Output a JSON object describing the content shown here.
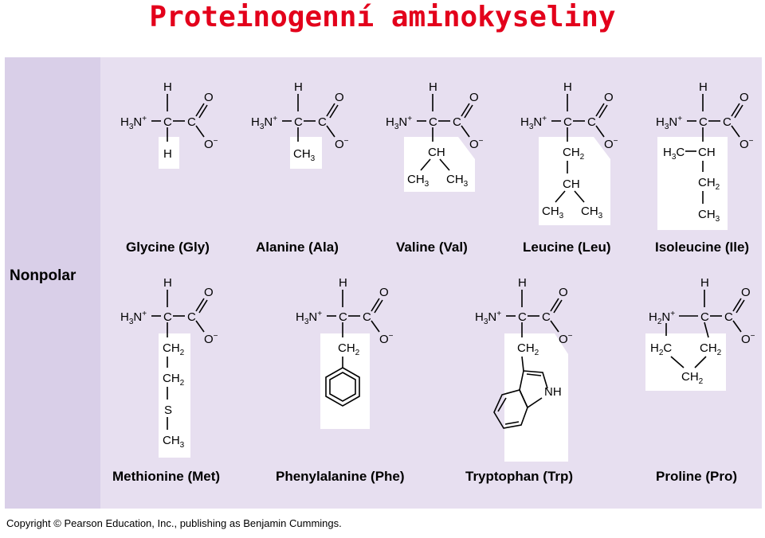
{
  "title": "Proteinogenní aminokyseliny",
  "side_label": "Nonpolar",
  "copyright": "Copyright © Pearson Education, Inc., publishing as Benjamin Cummings.",
  "backbone": {
    "h": "H",
    "amine": "H",
    "amine_sub": "3",
    "amine_n": "N",
    "plus": "+",
    "c": "C",
    "o": "O",
    "o_minus": "O",
    "minus": "−"
  },
  "amino_acids": [
    {
      "name": "Glycine (Gly)"
    },
    {
      "name": "Alanine (Ala)"
    },
    {
      "name": "Valine (Val)"
    },
    {
      "name": "Leucine (Leu)"
    },
    {
      "name": "Isoleucine (Ile)"
    },
    {
      "name": "Methionine (Met)"
    },
    {
      "name": "Phenylalanine (Phe)"
    },
    {
      "name": "Tryptophan (Trp)"
    },
    {
      "name": "Proline (Pro)"
    }
  ],
  "groups": {
    "ch": "CH",
    "c": "C",
    "h": "H",
    "sub2": "2",
    "sub3": "3",
    "s": "S",
    "nh": "NH",
    "n": "N"
  }
}
